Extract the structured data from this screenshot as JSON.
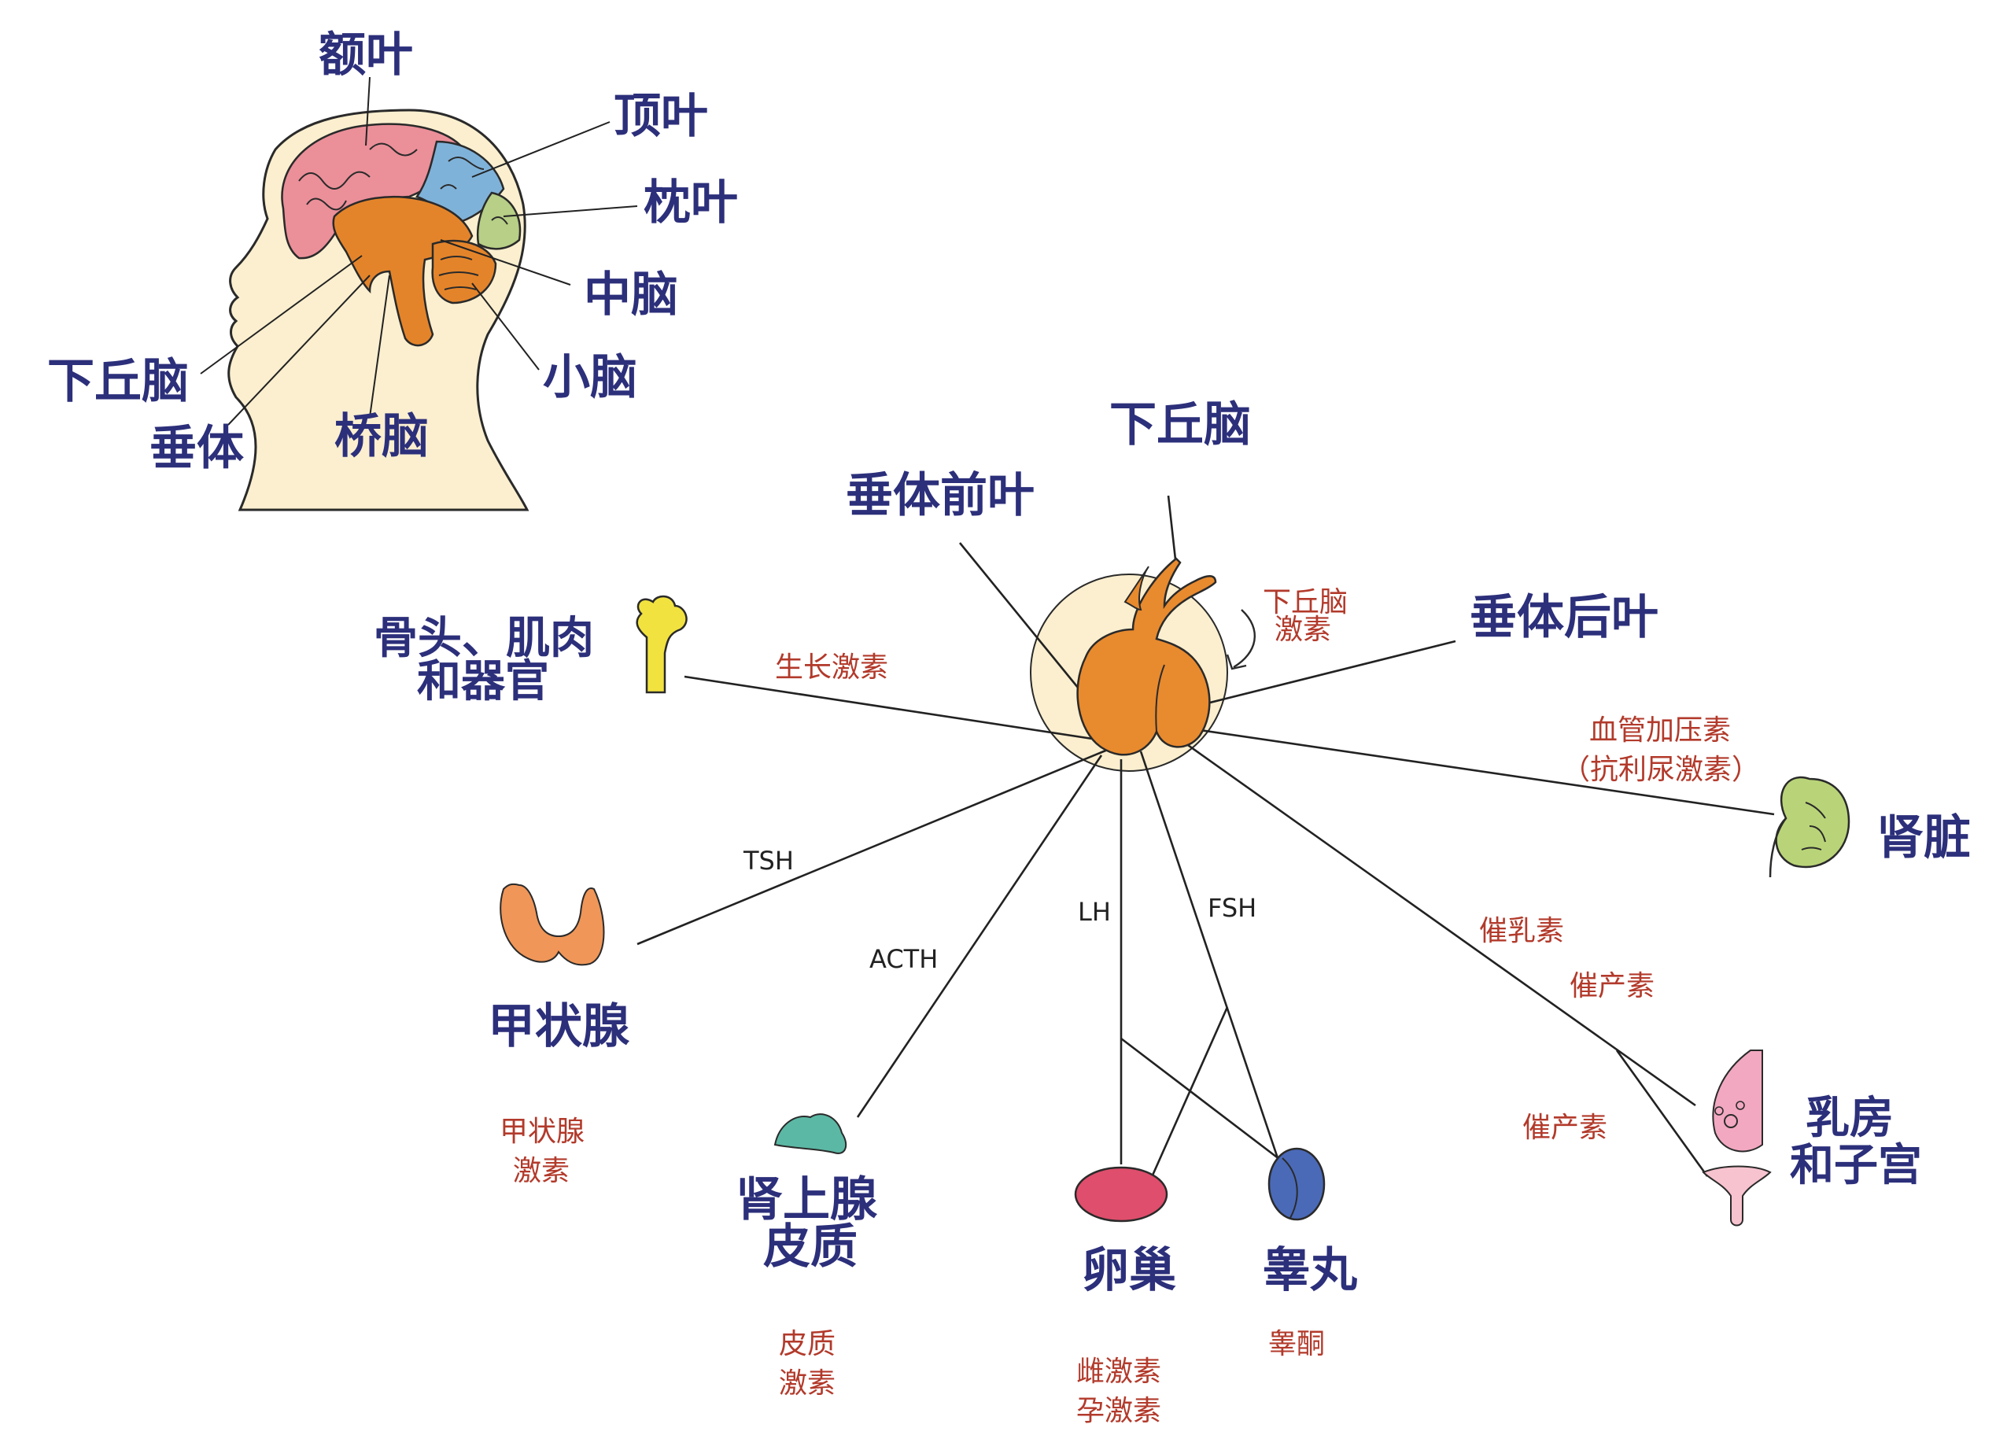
{
  "brain_labels": {
    "frontal_lobe": "额叶",
    "parietal_lobe": "顶叶",
    "occipital_lobe": "枕叶",
    "midbrain": "中脑",
    "cerebellum": "小脑",
    "hypothalamus": "下丘脑",
    "pituitary": "垂体",
    "pons": "桥脑"
  },
  "center": {
    "hypothalamus": "下丘脑",
    "anterior_pituitary": "垂体前叶",
    "posterior_pituitary": "垂体后叶",
    "hypothalamic_hormone_line1": "下丘脑",
    "hypothalamic_hormone_line2": "激素"
  },
  "targets": {
    "bone_line1": "骨头、肌肉",
    "bone_line2": "和器官",
    "kidney": "肾脏",
    "thyroid": "甲状腺",
    "adrenal_line1": "肾上腺",
    "adrenal_line2": "皮质",
    "ovary": "卵巢",
    "testis": "睾丸",
    "breast_line1": "乳房",
    "breast_line2": "和子宫"
  },
  "hormones": {
    "growth_hormone": "生长激素",
    "vasopressin_line1": "血管加压素",
    "vasopressin_line2": "（抗利尿激素）",
    "tsh": "TSH",
    "acth": "ACTH",
    "lh": "LH",
    "fsh": "FSH",
    "prolactin": "催乳素",
    "oxytocin_upper": "催产素",
    "oxytocin_lower": "催产素",
    "thyroid_hormone_line1": "甲状腺",
    "thyroid_hormone_line2": "激素",
    "cortical_line1": "皮质",
    "cortical_line2": "激素",
    "estrogen": "雌激素",
    "progesterone": "孕激素",
    "testosterone": "睾酮"
  },
  "colors": {
    "skin": "#fbefcf",
    "frontal": "#eb8f99",
    "parietal": "#7fb2d9",
    "occipital": "#b7cf86",
    "brainstem": "#e4842a",
    "pituitary": "#e88a2e",
    "bone": "#f1e23f",
    "thyroid": "#f09658",
    "adrenal": "#5bb8a4",
    "ovary": "#df4e6c",
    "testis": "#4a6ab8",
    "kidney": "#b9d478",
    "breast": "#f2a8c0",
    "label_ink": "#2c2f7a",
    "hormone_text": "#b23a2b"
  }
}
